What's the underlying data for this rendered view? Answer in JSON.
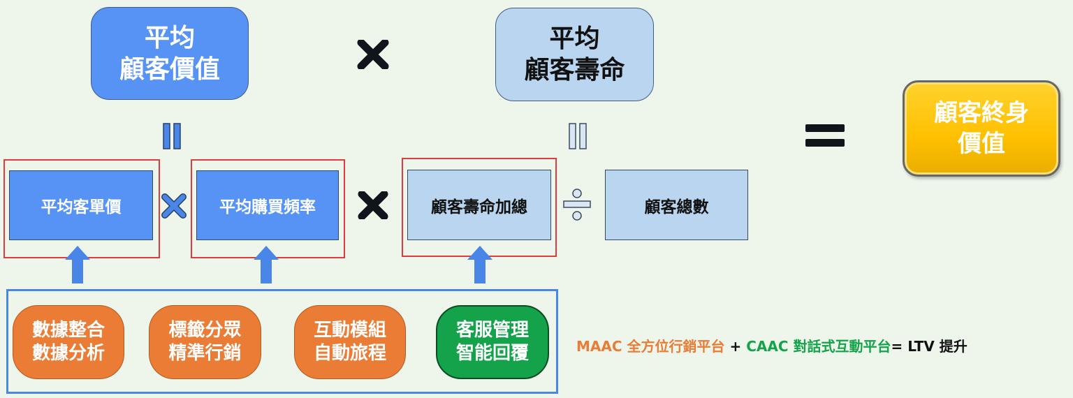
{
  "top": {
    "avg_customer_value": {
      "line1": "平均",
      "line2": "顧客價值"
    },
    "avg_customer_life": {
      "line1": "平均",
      "line2": "顧客壽命"
    }
  },
  "result": {
    "line1": "顧客終身",
    "line2": "價值"
  },
  "middle": {
    "avg_order_price": "平均客單價",
    "avg_purchase_freq": "平均購買頻率",
    "total_customer_life": "顧客壽命加總",
    "total_customers": "顧客總數"
  },
  "bottom": {
    "data_integration": {
      "line1": "數據整合",
      "line2": "數據分析"
    },
    "tag_segmentation": {
      "line1": "標籤分眾",
      "line2": "精準行銷"
    },
    "interactive_modules": {
      "line1": "互動模組",
      "line2": "自動旅程"
    },
    "customer_service": {
      "line1": "客服管理",
      "line2": "智能回覆"
    }
  },
  "tagline": {
    "maac": "MAAC 全方位行銷平台",
    "plus": "+",
    "caac": "CAAC 對話式互動平台",
    "result": "= LTV 提升"
  },
  "colors": {
    "blue": "#5693f5",
    "light_blue": "#bad5ef",
    "orange": "#ea7c36",
    "green": "#14a34a",
    "gold": "#ffc000",
    "red_frame": "#e23b3b",
    "arrow_blue": "#4a86e8",
    "background": "#eef6ec"
  },
  "icons": [
    "multiply-icon",
    "equals-icon",
    "divide-icon",
    "up-arrow-icon"
  ]
}
